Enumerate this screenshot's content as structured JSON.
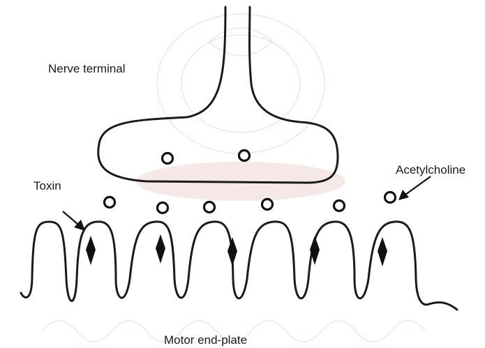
{
  "labels": {
    "nerve_terminal": "Nerve terminal",
    "acetylcholine": "Acetylcholine",
    "toxin": "Toxin",
    "motor_end_plate": "Motor end-plate"
  },
  "colors": {
    "stroke": "#1a1a1a",
    "watermark": "#d9b9b4",
    "background": "#ffffff"
  }
}
